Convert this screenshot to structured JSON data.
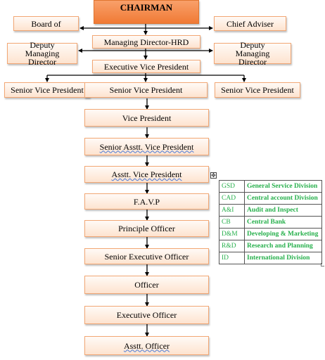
{
  "chart": {
    "chairman": "CHAIRMAN",
    "board": "Board of",
    "chief_adviser": "Chief Adviser",
    "md_hrd": "Managing Director-HRD",
    "dmd_left": "Deputy Managing Director",
    "dmd_right": "Deputy Managing Director",
    "evp": "Executive Vice President",
    "svp_left": "Senior Vice President",
    "svp_center": "Senior Vice President",
    "svp_right": "Senior Vice President",
    "vp": "Vice President",
    "savp": "Senior Asstt. Vice President",
    "avp": "Asstt. Vice President",
    "favp": "F.A.V.P",
    "principle_officer": "Principle Officer",
    "seo": "Senior Executive Officer",
    "officer": "Officer",
    "exec_officer": "Executive Officer",
    "asst_officer": "Asstt. Officer"
  },
  "legend": {
    "rows": [
      {
        "abbr": "GSD",
        "full": "General Service Division"
      },
      {
        "abbr": "CAD",
        "full": "Central account Division"
      },
      {
        "abbr": "A&I",
        "full": "Audit and Inspect"
      },
      {
        "abbr": "CB",
        "full": "Central Bank"
      },
      {
        "abbr": "D&M",
        "full": "Developing & Marketing"
      },
      {
        "abbr": "R&D",
        "full": "Research and Planning"
      },
      {
        "abbr": "ID",
        "full": "International Division"
      }
    ]
  },
  "colors": {
    "box_border": "#f2a774",
    "chairman_fill": "#f08a4b",
    "legend_text": "#27b04c",
    "connector": "#000000"
  },
  "icons": {
    "table_move_handle": "move-handle-icon"
  }
}
